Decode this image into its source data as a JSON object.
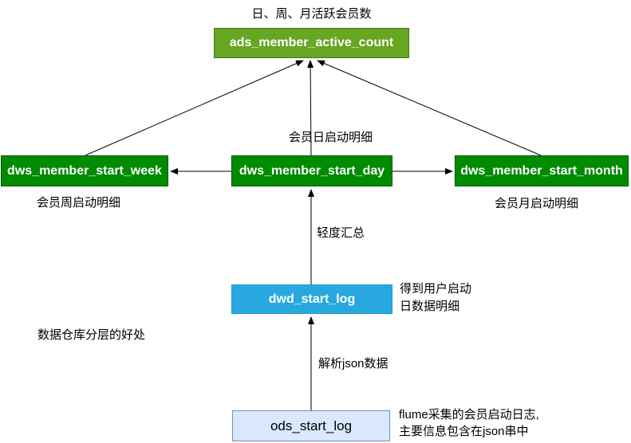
{
  "diagram": {
    "title": "日、周、月活跃会员数",
    "side_note": "数据仓库分层的好处",
    "nodes": {
      "ads": {
        "label": "ads_member_active_count"
      },
      "dws_week": {
        "label": "dws_member_start_week",
        "caption": "会员周启动明细"
      },
      "dws_day": {
        "label": "dws_member_start_day",
        "caption": "会员日启动明细"
      },
      "dws_month": {
        "label": "dws_member_start_month",
        "caption": "会员月启动明细"
      },
      "dwd": {
        "label": "dwd_start_log",
        "note_line1": "得到用户启动",
        "note_line2": "日数据明细"
      },
      "ods": {
        "label": "ods_start_log",
        "note_line1": "flume采集的会员启动日志,",
        "note_line2": "主要信息包含在json串中"
      }
    },
    "edge_labels": {
      "dwd_to_day": "轻度汇总",
      "ods_to_dwd": "解析json数据"
    },
    "colors": {
      "ads_fill": "#66A621",
      "ads_border": "#447714",
      "dws_fill": "#008B00",
      "dws_border": "#005700",
      "dwd_fill": "#29A8E0",
      "dwd_border": "#1D97CE",
      "ods_fill": "#DAE8FC",
      "ods_border": "#6C8EBF",
      "line": "#000000"
    }
  }
}
